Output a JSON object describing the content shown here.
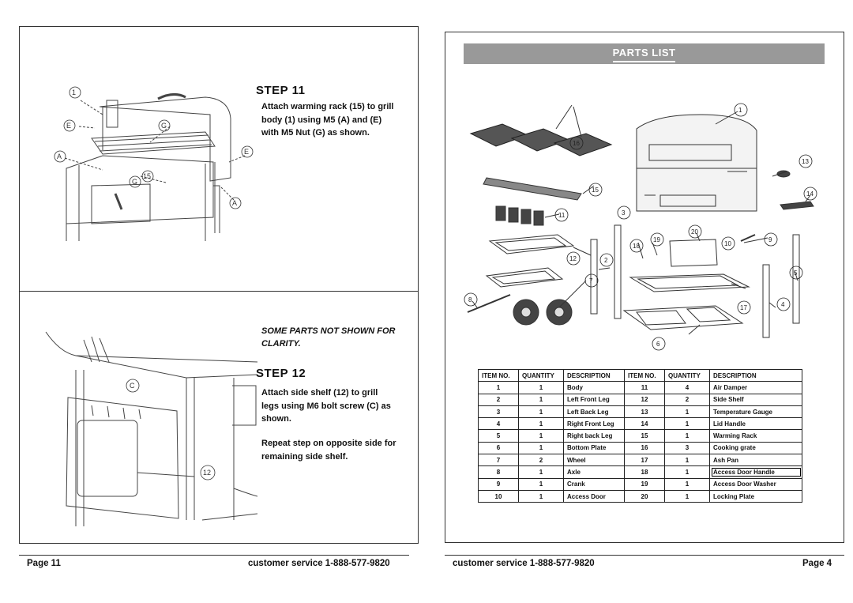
{
  "left_page": {
    "step11": {
      "title": "STEP 11",
      "lines": [
        "Attach warming rack (15) to grill",
        "body (1) using M5 (A) and (E)",
        "with M5 Nut (G) as shown."
      ],
      "callouts": [
        "1",
        "E",
        "G",
        "A",
        "15",
        "G",
        "E",
        "A"
      ]
    },
    "step12": {
      "note_lines": [
        "SOME PARTS NOT SHOWN FOR",
        "CLARITY."
      ],
      "title": "STEP 12",
      "lines": [
        "Attach side shelf (12) to grill",
        "legs using M6 bolt screw (C) as",
        "shown."
      ],
      "lines2": [
        "Repeat step on opposite side for",
        "remaining side shelf."
      ],
      "callouts": [
        "C",
        "12"
      ]
    },
    "footer": {
      "page": "Page 11",
      "service": "customer service 1-888-577-9820"
    }
  },
  "right_page": {
    "banner_title": "PARTS LIST",
    "diagram_callouts": [
      "1",
      "2",
      "3",
      "4",
      "5",
      "6",
      "7",
      "8",
      "9",
      "10",
      "11",
      "12",
      "13",
      "14",
      "15",
      "16",
      "17",
      "18",
      "19",
      "20"
    ],
    "table": {
      "headers": [
        "ITEM NO.",
        "QUANTITY",
        "DESCRIPTION",
        "ITEM NO.",
        "QUANTITY",
        "DESCRIPTION"
      ],
      "rows": [
        [
          "1",
          "1",
          "Body",
          "11",
          "4",
          "Air Damper"
        ],
        [
          "2",
          "1",
          "Left Front Leg",
          "12",
          "2",
          "Side Shelf"
        ],
        [
          "3",
          "1",
          "Left Back Leg",
          "13",
          "1",
          "Temperature Gauge"
        ],
        [
          "4",
          "1",
          "Right Front Leg",
          "14",
          "1",
          "Lid Handle"
        ],
        [
          "5",
          "1",
          "Right back Leg",
          "15",
          "1",
          "Warming Rack"
        ],
        [
          "6",
          "1",
          "Bottom Plate",
          "16",
          "3",
          "Cooking grate"
        ],
        [
          "7",
          "2",
          "Wheel",
          "17",
          "1",
          "Ash Pan"
        ],
        [
          "8",
          "1",
          "Axle",
          "18",
          "1",
          "Access Door Handle"
        ],
        [
          "9",
          "1",
          "Crank",
          "19",
          "1",
          "Access Door Washer"
        ],
        [
          "10",
          "1",
          "Access Door",
          "20",
          "1",
          "Locking Plate"
        ]
      ]
    },
    "footer": {
      "service": "customer service 1-888-577-9820",
      "page": "Page 4"
    }
  }
}
